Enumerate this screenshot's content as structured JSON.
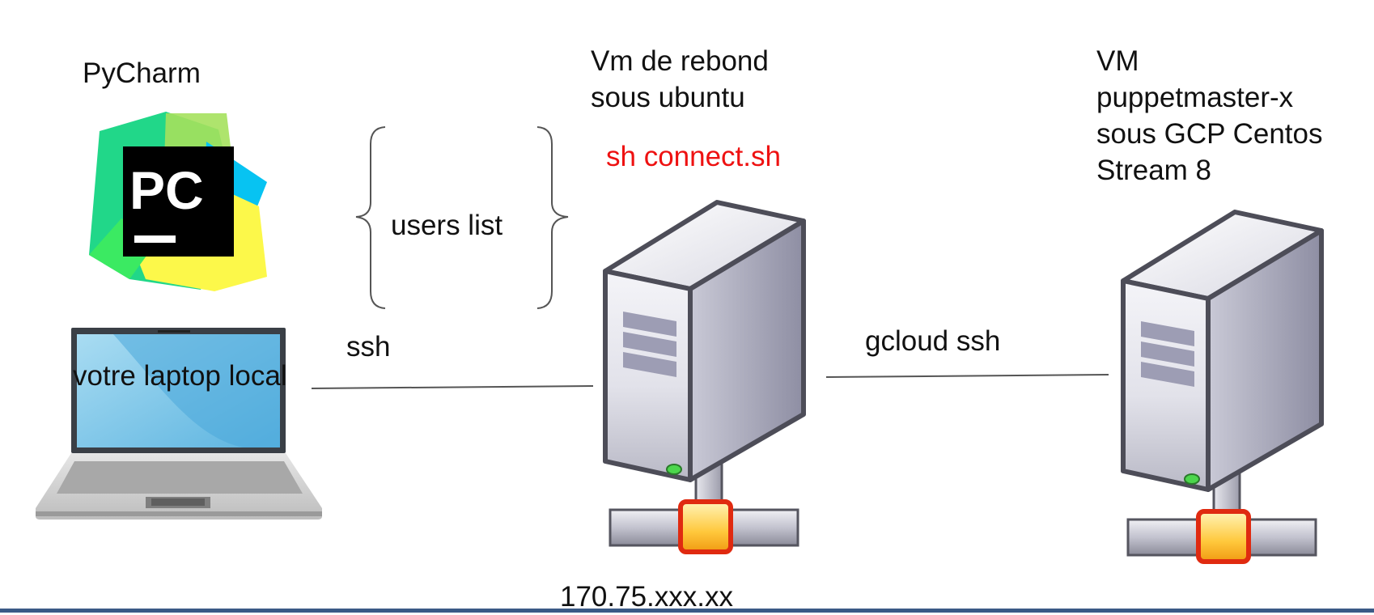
{
  "laptop": {
    "app_name": "PyCharm",
    "logo_text": "PC",
    "label": "votre laptop local"
  },
  "connection_1": {
    "label": "ssh"
  },
  "users": {
    "label": "users list"
  },
  "jump_server": {
    "title_lines": [
      "Vm de rebond",
      "sous ubuntu"
    ],
    "command": "sh connect.sh",
    "ip": "170.75.xxx.xx"
  },
  "connection_2": {
    "label": "gcloud ssh"
  },
  "target_vm": {
    "title_lines": [
      "VM",
      "puppetmaster-x",
      "sous GCP Centos",
      "Stream 8"
    ]
  },
  "colors": {
    "command_text": "#ee1111",
    "line": "#555555",
    "bottom_bar": "#3b5a86"
  },
  "icons": [
    "pycharm-logo-icon",
    "laptop-icon",
    "server-icon",
    "network-connector-icon",
    "curly-brace-icon"
  ]
}
